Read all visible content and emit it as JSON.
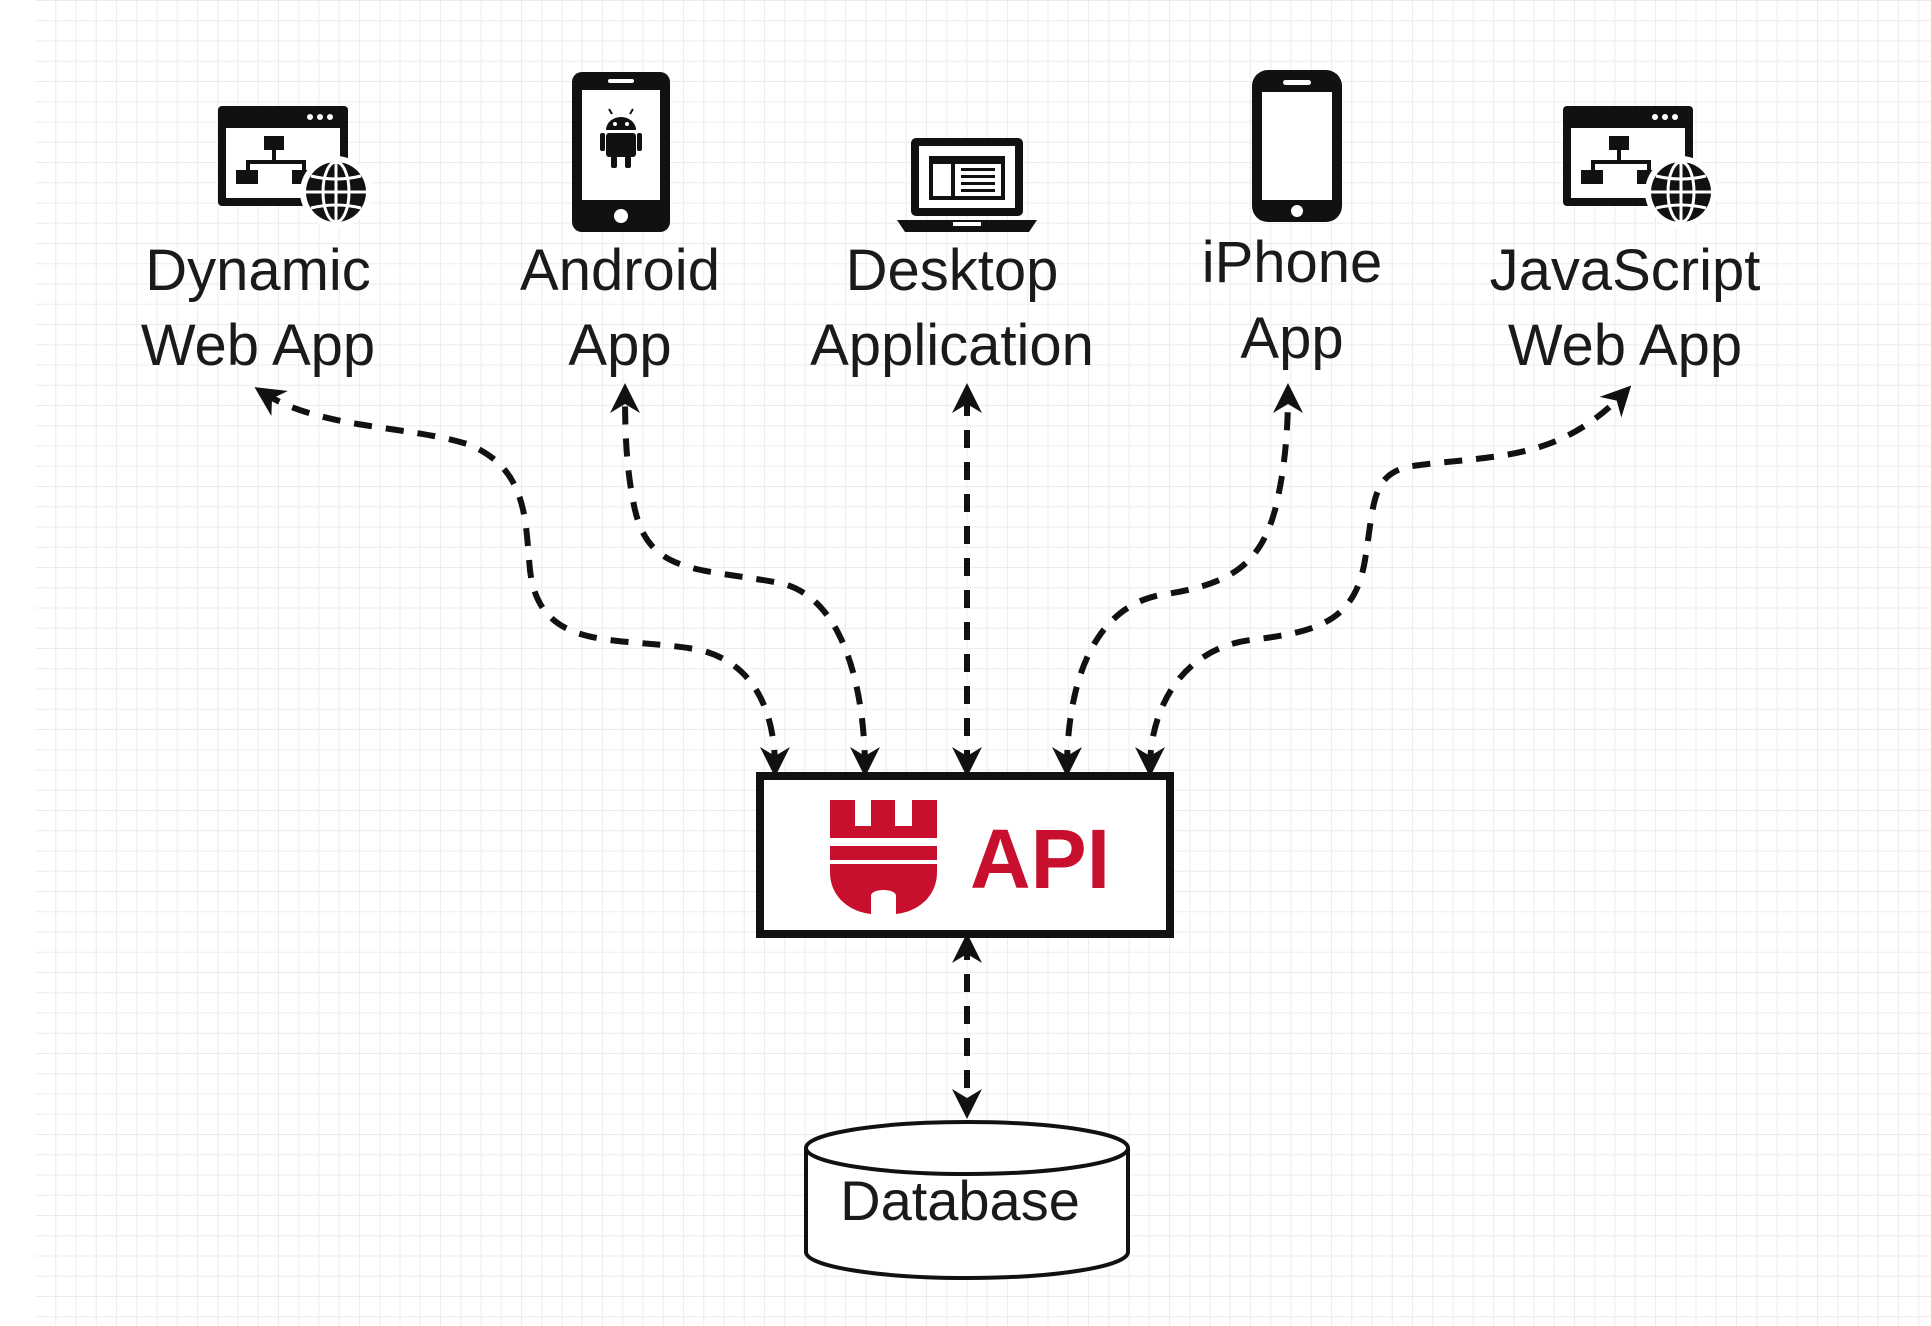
{
  "nodes": {
    "dynamic_web_app": {
      "line1": "Dynamic",
      "line2": "Web App",
      "icon": "web-app-network-icon"
    },
    "android_app": {
      "line1": "Android",
      "line2": "App",
      "icon": "android-phone-icon"
    },
    "desktop_application": {
      "line1": "Desktop",
      "line2": "Application",
      "icon": "laptop-icon"
    },
    "iphone_app": {
      "line1": "iPhone",
      "line2": "App",
      "icon": "iphone-icon"
    },
    "javascript_web_app": {
      "line1": "JavaScript",
      "line2": "Web App",
      "icon": "web-app-network-icon"
    }
  },
  "api": {
    "label": "API",
    "logo": "wurth-logo",
    "color": "#c8102e"
  },
  "database": {
    "label": "Database",
    "icon": "database-cylinder"
  },
  "edges": [
    {
      "from": "api",
      "to": "dynamic_web_app",
      "style": "dashed",
      "direction": "both"
    },
    {
      "from": "api",
      "to": "android_app",
      "style": "dashed",
      "direction": "both"
    },
    {
      "from": "api",
      "to": "desktop_application",
      "style": "dashed",
      "direction": "both"
    },
    {
      "from": "api",
      "to": "iphone_app",
      "style": "dashed",
      "direction": "both"
    },
    {
      "from": "api",
      "to": "javascript_web_app",
      "style": "dashed",
      "direction": "both"
    },
    {
      "from": "api",
      "to": "database",
      "style": "dashed",
      "direction": "both"
    }
  ]
}
